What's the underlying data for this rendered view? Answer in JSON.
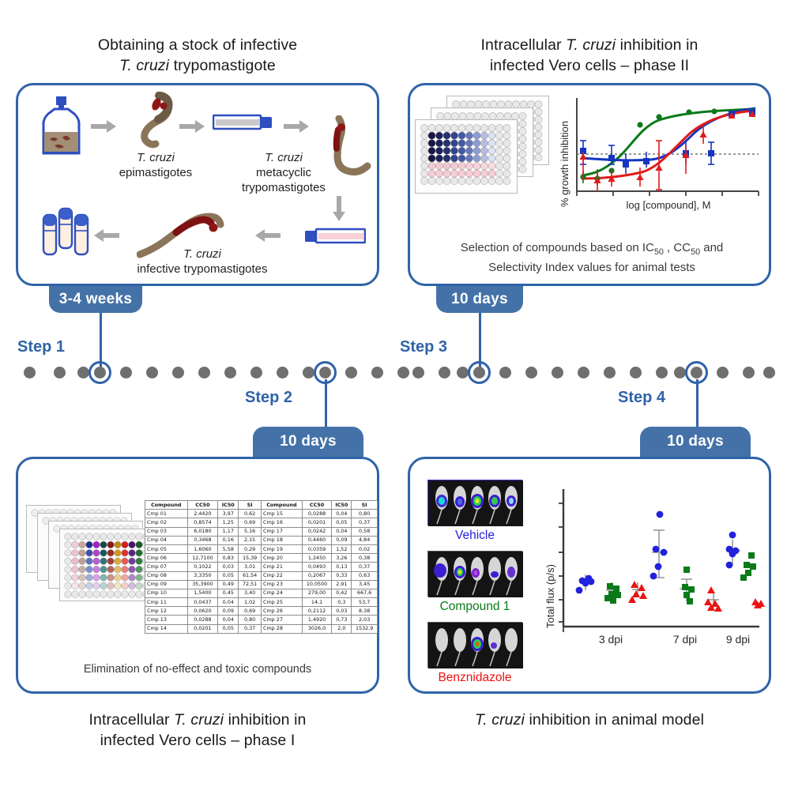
{
  "panels": {
    "step1": {
      "title_line1": "Obtaining a stock of infective",
      "title_line2_italic": "T. cruzi",
      "title_line2_rest": " trypomastigote",
      "badge": "3-4 weeks",
      "step_label": "Step 1",
      "cycle": [
        {
          "name": "culture-flask",
          "label_italic": "",
          "label": ""
        },
        {
          "name": "epimastigote",
          "label_italic": "T. cruzi",
          "label": "epimastigotes"
        },
        {
          "name": "culture-tube-gray",
          "label_italic": "",
          "label": ""
        },
        {
          "name": "metacyclic-trypomastigote",
          "label_italic": "T. cruzi",
          "label": "metacyclic\ntrypomastigotes"
        },
        {
          "name": "culture-tube-pink",
          "label_italic": "",
          "label": ""
        },
        {
          "name": "infective-trypomastigote",
          "label_italic": "T. cruzi",
          "label": "infective trypomastigotes"
        },
        {
          "name": "cryovials",
          "label_italic": "",
          "label": ""
        }
      ],
      "label_epi_italic": "T. cruzi",
      "label_epi": "epimastigotes",
      "label_meta_italic": "T. cruzi",
      "label_meta_l1": "metacyclic",
      "label_meta_l2": "trypomastigotes",
      "label_inf_italic": "T. cruzi",
      "label_inf": "infective trypomastigotes"
    },
    "step2": {
      "title_line1_a": "Intracellular ",
      "title_line1_italic": "T. cruzi",
      "title_line1_b": " inhibition in",
      "title_line2": "infected Vero cells – phase I",
      "badge": "10 days",
      "step_label": "Step 2",
      "caption": "Elimination of no-effect and toxic compounds"
    },
    "step3": {
      "title_line1_a": "Intracellular ",
      "title_line1_italic": "T. cruzi",
      "title_line1_b": " inhibition in",
      "title_line2": "infected Vero cells – phase II",
      "badge": "10 days",
      "step_label": "Step 3",
      "caption_l1_a": "Selection of compounds based on IC",
      "caption_l1_sub1": "50",
      "caption_l1_b": " , CC",
      "caption_l1_sub2": "50",
      "caption_l1_c": " and",
      "caption_l2": "Selectivity Index values for animal tests"
    },
    "step4": {
      "title_italic": "T. cruzi",
      "title_rest": " inhibition in animal model",
      "badge": "10 days",
      "step_label": "Step 4",
      "groups": [
        {
          "label": "Vehicle",
          "color": "#2222dd"
        },
        {
          "label": "Compound 1",
          "color": "#0a7a19"
        },
        {
          "label": "Benznidazole",
          "color": "#ee1111"
        }
      ]
    }
  },
  "colors": {
    "panel_border": "#2f63a8",
    "badge_blue": "#4472a8",
    "step_text": "#2f63a8",
    "timeline_dot": "#6f6f6f",
    "series_vehicle": "#2222dd",
    "series_compound1": "#0a7a19",
    "series_benznidazole": "#ee1111"
  },
  "table": {
    "headers": [
      "Compound",
      "CC50",
      "IC50",
      "SI"
    ],
    "left_rows": [
      [
        "Cmp 01",
        "2,4420",
        "3,97",
        "0,62"
      ],
      [
        "Cmp 02",
        "0,8574",
        "1,25",
        "0,69"
      ],
      [
        "Cmp 03",
        "6,0180",
        "1,17",
        "5,16"
      ],
      [
        "Cmp 04",
        "0,3468",
        "0,16",
        "2,15"
      ],
      [
        "Cmp 05",
        "1,6060",
        "5,58",
        "0,29"
      ],
      [
        "Cmp 06",
        "12,7100",
        "0,83",
        "15,39"
      ],
      [
        "Cmp 07",
        "0,1022",
        "0,03",
        "3,01"
      ],
      [
        "Cmp 08",
        "3,3350",
        "0,05",
        "61,54"
      ],
      [
        "Cmp 09",
        "35,3900",
        "0,49",
        "72,51"
      ],
      [
        "Cmp 10",
        "1,5400",
        "0,45",
        "3,40"
      ],
      [
        "Cmp 11",
        "0,0437",
        "0,04",
        "1,02"
      ],
      [
        "Cmp 12",
        "0,0620",
        "0,09",
        "0,69"
      ],
      [
        "Cmp 13",
        "0,0288",
        "0,04",
        "0,80"
      ],
      [
        "Cmp 14",
        "0,0201",
        "0,05",
        "0,37"
      ]
    ],
    "right_rows": [
      [
        "Cmp 15",
        "0,0288",
        "0,04",
        "0,80"
      ],
      [
        "Cmp 16",
        "0,0201",
        "0,05",
        "0,37"
      ],
      [
        "Cmp 17",
        "0,0242",
        "0,04",
        "0,58"
      ],
      [
        "Cmp 18",
        "0,4460",
        "0,09",
        "4,84"
      ],
      [
        "Cmp 19",
        "0,0359",
        "1,52",
        "0,02"
      ],
      [
        "Cmp 20",
        "1,2450",
        "3,26",
        "0,38"
      ],
      [
        "Cmp 21",
        "0,0493",
        "0,13",
        "0,37"
      ],
      [
        "Cmp 22",
        "0,2067",
        "0,33",
        "0,63"
      ],
      [
        "Cmp 23",
        "10,0500",
        "2,91",
        "3,45"
      ],
      [
        "Cmp 24",
        "279,00",
        "0,42",
        "667,6"
      ],
      [
        "Cmp 25",
        "14,1",
        "0,3",
        "53,7"
      ],
      [
        "Cmp 26",
        "0,2112",
        "0,03",
        "8,38"
      ],
      [
        "Cmp 27",
        "1,4920",
        "0,73",
        "2,03"
      ],
      [
        "Cmp 28",
        "3026,0",
        "2,0",
        "1532,9"
      ]
    ]
  },
  "chart_data": [
    {
      "type": "line",
      "id": "dose-response-curve",
      "title": "",
      "xlabel": "log [compound], M",
      "ylabel": "% growth inhibition",
      "xlim": [
        -9,
        -4
      ],
      "ylim": [
        -10,
        110
      ],
      "grid": false,
      "legend": "none",
      "hline_y": 50,
      "series": [
        {
          "name": "compound-green",
          "color": "#0a7a19",
          "marker": "circle",
          "x": [
            -8.6,
            -8.2,
            -7.8,
            -7.4,
            -7.0,
            -6.6,
            -6.2,
            -5.6,
            -5.0,
            -4.4
          ],
          "values": [
            18,
            22,
            38,
            56,
            80,
            90,
            95,
            96,
            97,
            97
          ],
          "errors": [
            6,
            6,
            7,
            6,
            4,
            3,
            3,
            3,
            3,
            3
          ]
        },
        {
          "name": "compound-blue",
          "color": "#1535c0",
          "marker": "square",
          "x": [
            -8.6,
            -8.2,
            -7.8,
            -7.4,
            -7.0,
            -6.6,
            -6.2,
            -5.6,
            -5.0,
            -4.4
          ],
          "values": [
            55,
            46,
            42,
            40,
            43,
            46,
            50,
            52,
            88,
            96
          ],
          "errors": [
            12,
            9,
            8,
            7,
            16,
            8,
            8,
            9,
            5,
            4
          ]
        },
        {
          "name": "compound-red",
          "color": "#e01b1b",
          "marker": "triangle",
          "x": [
            -8.6,
            -8.2,
            -7.8,
            -7.4,
            -7.0,
            -6.6,
            -6.2,
            -5.6,
            -5.0,
            -4.4
          ],
          "values": [
            45,
            26,
            24,
            26,
            30,
            40,
            50,
            70,
            90,
            96
          ],
          "errors": [
            10,
            9,
            8,
            9,
            28,
            12,
            10,
            9,
            5,
            4
          ]
        }
      ]
    },
    {
      "type": "scatter",
      "id": "in-vivo-total-flux",
      "title": "",
      "xlabel": "",
      "ylabel": "Total flux (p/s)",
      "categories": [
        "3 dpi",
        "7 dpi",
        "9 dpi"
      ],
      "ylim": [
        0,
        100
      ],
      "grid": false,
      "legend": "none",
      "series": [
        {
          "name": "Vehicle",
          "color": "#2222dd",
          "marker": "circle",
          "groups": [
            {
              "category": "3 dpi",
              "points": [
                30,
                34,
                36,
                35,
                28
              ]
            },
            {
              "category": "7 dpi",
              "points": [
                78,
                62,
                60,
                52,
                44
              ]
            },
            {
              "category": "9 dpi",
              "points": [
                63,
                57,
                56,
                55,
                48
              ]
            }
          ]
        },
        {
          "name": "Compound 1",
          "color": "#0a7a19",
          "marker": "square",
          "groups": [
            {
              "category": "3 dpi",
              "points": [
                34,
                32,
                29,
                27,
                26
              ]
            },
            {
              "category": "7 dpi",
              "points": [
                46,
                34,
                31,
                29,
                26
              ]
            },
            {
              "category": "9 dpi",
              "points": [
                56,
                50,
                47,
                45,
                41
              ]
            }
          ]
        },
        {
          "name": "Benznidazole",
          "color": "#ee1111",
          "marker": "triangle",
          "groups": [
            {
              "category": "3 dpi",
              "points": [
                35,
                33,
                30,
                28,
                27
              ]
            },
            {
              "category": "7 dpi",
              "points": [
                30,
                23,
                21,
                20,
                20
              ]
            },
            {
              "category": "9 dpi",
              "points": [
                19,
                18,
                18,
                17,
                17
              ]
            }
          ]
        }
      ]
    }
  ],
  "timeline": {
    "dot_count": 22,
    "highlight_indices": [
      3,
      13,
      3,
      13
    ]
  }
}
